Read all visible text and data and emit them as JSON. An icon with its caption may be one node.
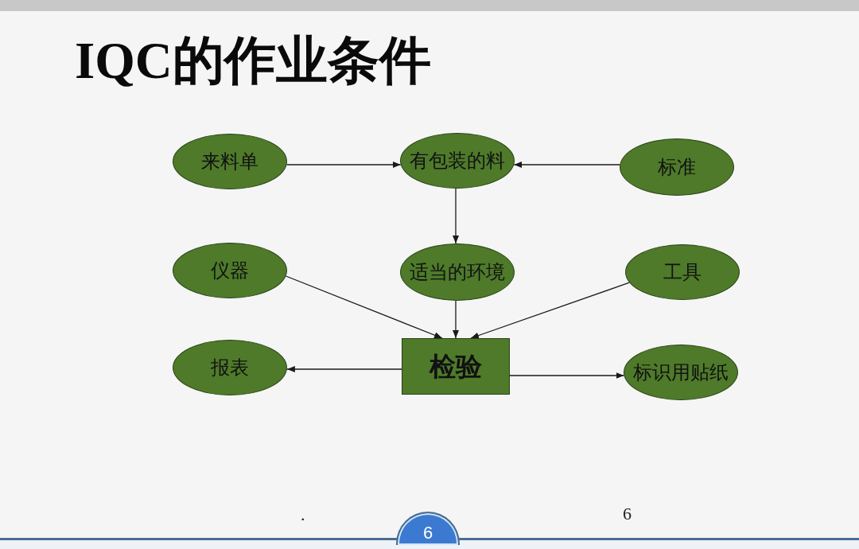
{
  "diagram": {
    "title": "IQC的作业条件",
    "nodes": [
      {
        "text": [
          "来料单"
        ]
      },
      {
        "text": [
          "有包装的料"
        ]
      },
      {
        "text": [
          "标准"
        ]
      },
      {
        "text": [
          "仪器"
        ]
      },
      {
        "text": [
          "适当的环境"
        ]
      },
      {
        "text": [
          "工具"
        ]
      },
      {
        "text": [
          "检验"
        ]
      },
      {
        "text": [
          "报表"
        ]
      },
      {
        "text": [
          "标识用贴纸"
        ]
      }
    ],
    "edges": [
      {
        "from": 0,
        "to": 1,
        "arrow": "to"
      },
      {
        "from": 2,
        "to": 1,
        "arrow": "to"
      },
      {
        "from": 1,
        "to": 4,
        "arrow": "to"
      },
      {
        "from": 3,
        "to": 6,
        "arrow": "to"
      },
      {
        "from": 4,
        "to": 6,
        "arrow": "to"
      },
      {
        "from": 5,
        "to": 6,
        "arrow": "to"
      },
      {
        "from": 6,
        "to": 7,
        "arrow": "to"
      },
      {
        "from": 6,
        "to": 8,
        "arrow": "to"
      }
    ],
    "labels": [
      ".",
      "6",
      "6"
    ]
  }
}
